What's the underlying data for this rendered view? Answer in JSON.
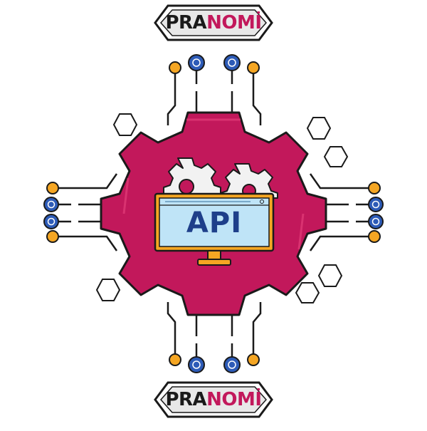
{
  "logo": {
    "part_a": "PRA",
    "part_b": "NOMİ"
  },
  "screen": {
    "label": "API"
  },
  "colors": {
    "gear": "#c2185b",
    "gear_dark": "#9c1148",
    "monitor_frame": "#f5a623",
    "screen_fill": "#bfe4f7",
    "api_text": "#1e3f8a",
    "node_orange": "#f5a623",
    "node_blue": "#2d5bb7",
    "outline": "#1a1a1a"
  },
  "icons": [
    "gear-icon",
    "small-gear-icon",
    "hexagon-icon",
    "node-icon",
    "monitor-icon"
  ]
}
